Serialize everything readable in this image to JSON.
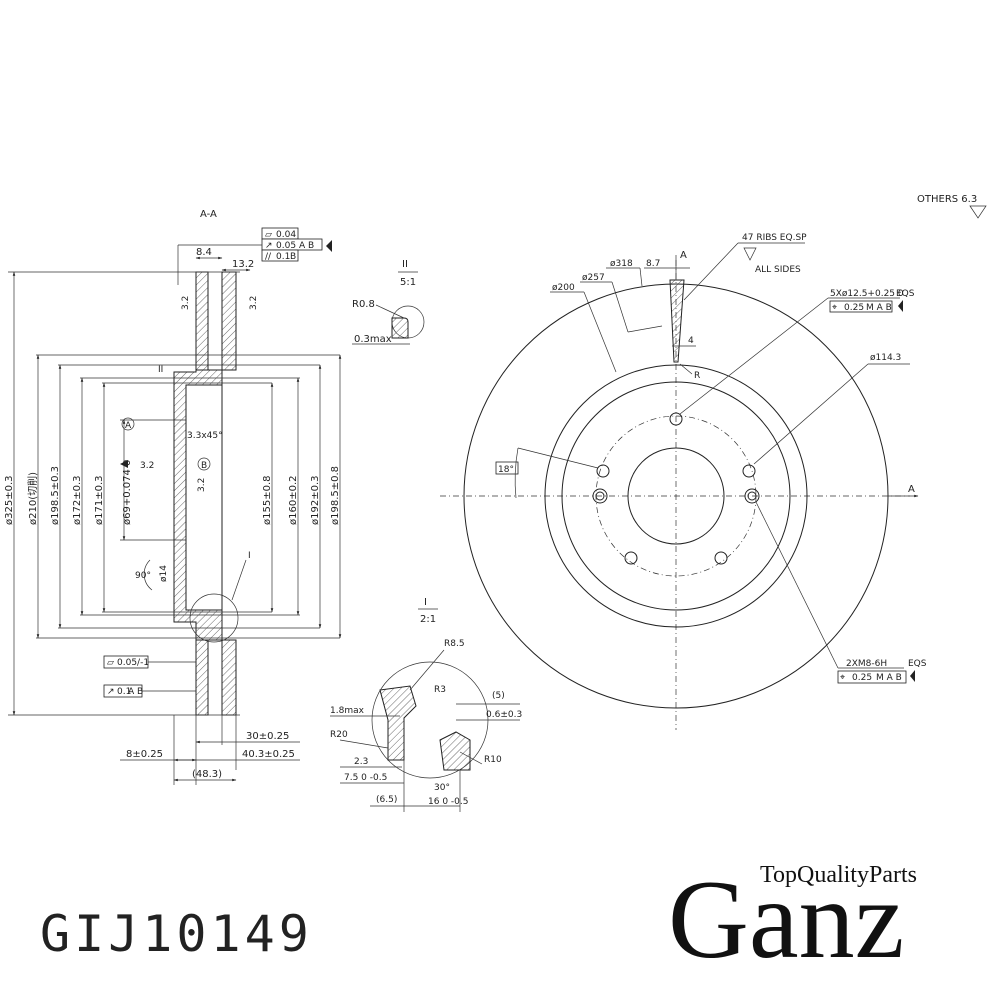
{
  "drawing": {
    "section_label": "A-A",
    "others_note": "OTHERS 6.3",
    "detail_ii": {
      "label": "II",
      "scale": "5:1",
      "r": "R0.8",
      "max": "0.3max"
    },
    "detail_i": {
      "label": "I",
      "scale": "2:1"
    },
    "section_dims": {
      "d325": "ø325±0.3",
      "d210": "ø210(切削)",
      "d198l": "ø198.5±0.3",
      "d172": "ø172±0.3",
      "d171": "ø171±0.3",
      "d69": "ø69+0.074 0",
      "d155": "ø155±0.8",
      "d160": "ø160±0.2",
      "d192": "ø192±0.3",
      "d198r": "ø198.5±0.8",
      "w84": "8.4",
      "w132": "13.2",
      "rough32a": "3.2",
      "rough32b": "3.2",
      "rough32c": "3.2",
      "rough32d": "3.2",
      "chamfer": "3.3x45°",
      "deg90": "90°",
      "d14": "ø14",
      "w8": "8±0.25",
      "w30": "30±0.25",
      "w403": "40.3±0.25",
      "w483": "(48.3)",
      "circ_a": "A",
      "circ_b": "B",
      "mark_ii": "II",
      "mark_i": "I"
    },
    "tolerance_frames": {
      "flat": "0.04",
      "runout1": "0.05",
      "runout1_ref": "A B",
      "parallel": "0.1",
      "parallel_ref": "B",
      "flat2": "0.05/-1",
      "runout2": "0.1",
      "runout2_ref": "A B"
    },
    "front_dims": {
      "ribs": "47 RIBS EQ.SP",
      "all_sides": "ALL SIDES",
      "d318": "ø318",
      "w87": "8.7",
      "a_top": "A",
      "d257": "ø257",
      "d200": "ø200",
      "hole5": "5Xø12.5+0.25 0",
      "eqs1": "EQS",
      "pos1": "0.25",
      "pos1_ref": "M A B",
      "w4": "4",
      "r": "R",
      "d1143": "ø114.3",
      "deg18": "18°",
      "a_right": "A",
      "thread": "2XM8-6H",
      "eqs2": "EQS",
      "pos2": "0.25",
      "pos2_ref": "M A B"
    },
    "detail_i_dims": {
      "r85": "R8.5",
      "r3": "R3",
      "m18": "1.8max",
      "w5": "(5)",
      "w06": "0.6±0.3",
      "r20": "R20",
      "w23": "2.3",
      "w75": "7.5 0 -0.5",
      "deg30": "30°",
      "r10": "R10",
      "w65": "(6.5)",
      "w16": "16 0 -0.5"
    }
  },
  "part_number": "GIJ10149",
  "brand": {
    "name": "Ganz",
    "tagline": "TopQualityParts"
  }
}
